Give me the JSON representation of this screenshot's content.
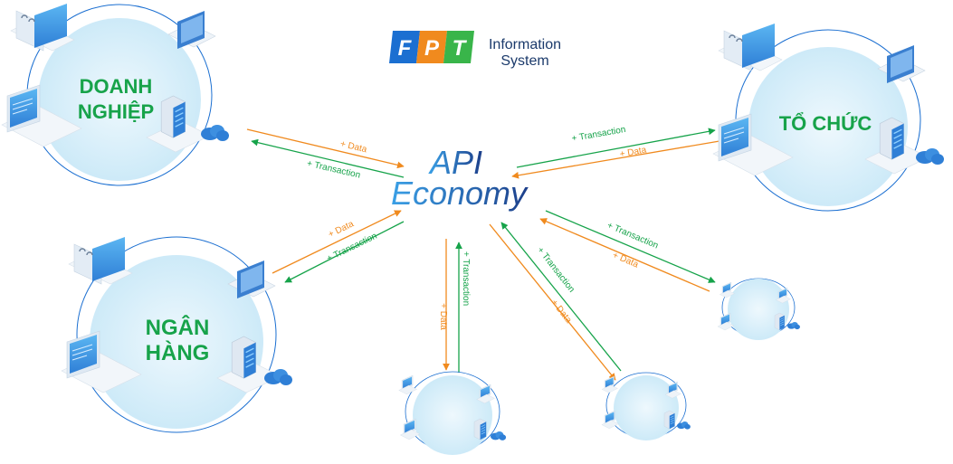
{
  "logo": {
    "letters": [
      "F",
      "P",
      "T"
    ],
    "line1": "Information",
    "line2": "System",
    "colors": {
      "blue": "#1b6fd1",
      "orange": "#f08a1e",
      "green": "#39b54a"
    }
  },
  "center": {
    "line1": "API",
    "line2": "Economy"
  },
  "hubs": {
    "doanh_nghiep": {
      "line1": "DOANH",
      "line2": "NGHIỆP"
    },
    "to_chuc": {
      "line1": "TỔ CHỨC"
    },
    "ngan_hang": {
      "line1": "NGÂN",
      "line2": "HÀNG"
    }
  },
  "edge_labels": {
    "data": "Data",
    "transaction": "Transaction",
    "plus": "+"
  },
  "colors": {
    "data": "#f08a1e",
    "transaction": "#16a34a",
    "hub_text": "#17a34a",
    "circle": "#d9f0fb"
  }
}
